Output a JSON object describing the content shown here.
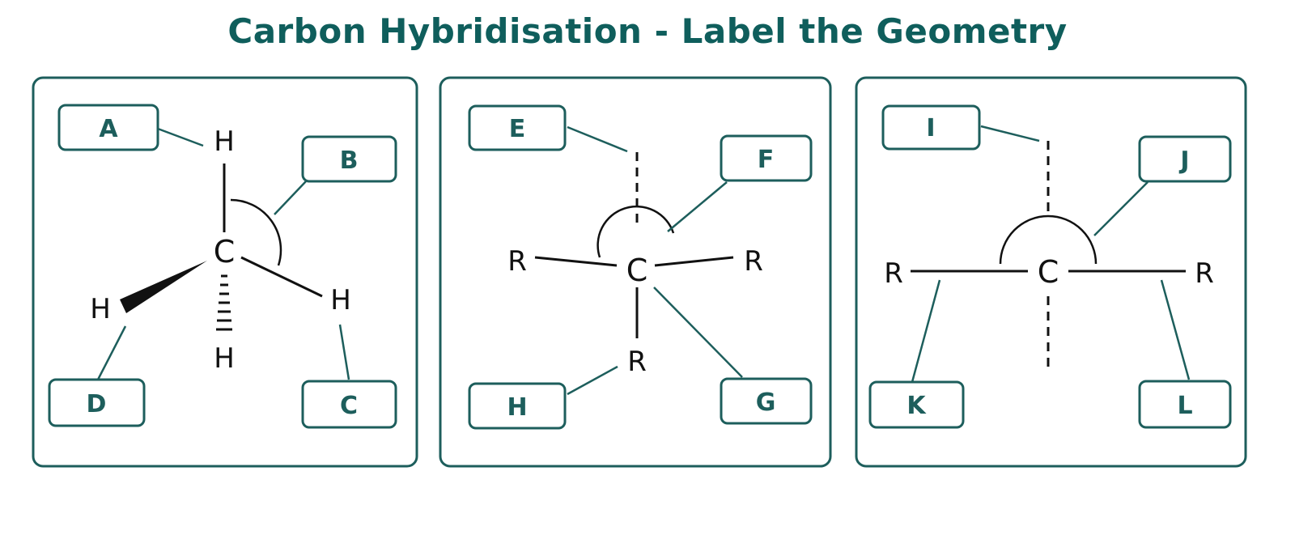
{
  "title": "Carbon Hybridisation - Label the Geometry",
  "panels": [
    {
      "atoms": {
        "center": "C",
        "top": "H",
        "left": "H",
        "right": "H",
        "bottom": "H"
      },
      "labels": [
        "A",
        "B",
        "C",
        "D"
      ]
    },
    {
      "atoms": {
        "center": "C",
        "left": "R",
        "right": "R",
        "bottom": "R"
      },
      "labels": [
        "E",
        "F",
        "G",
        "H"
      ]
    },
    {
      "atoms": {
        "center": "C",
        "left": "R",
        "right": "R"
      },
      "labels": [
        "I",
        "J",
        "K",
        "L"
      ]
    }
  ],
  "colors": {
    "accent": "#1d5e5c",
    "title": "#0f5e5c",
    "bond": "#111111"
  }
}
